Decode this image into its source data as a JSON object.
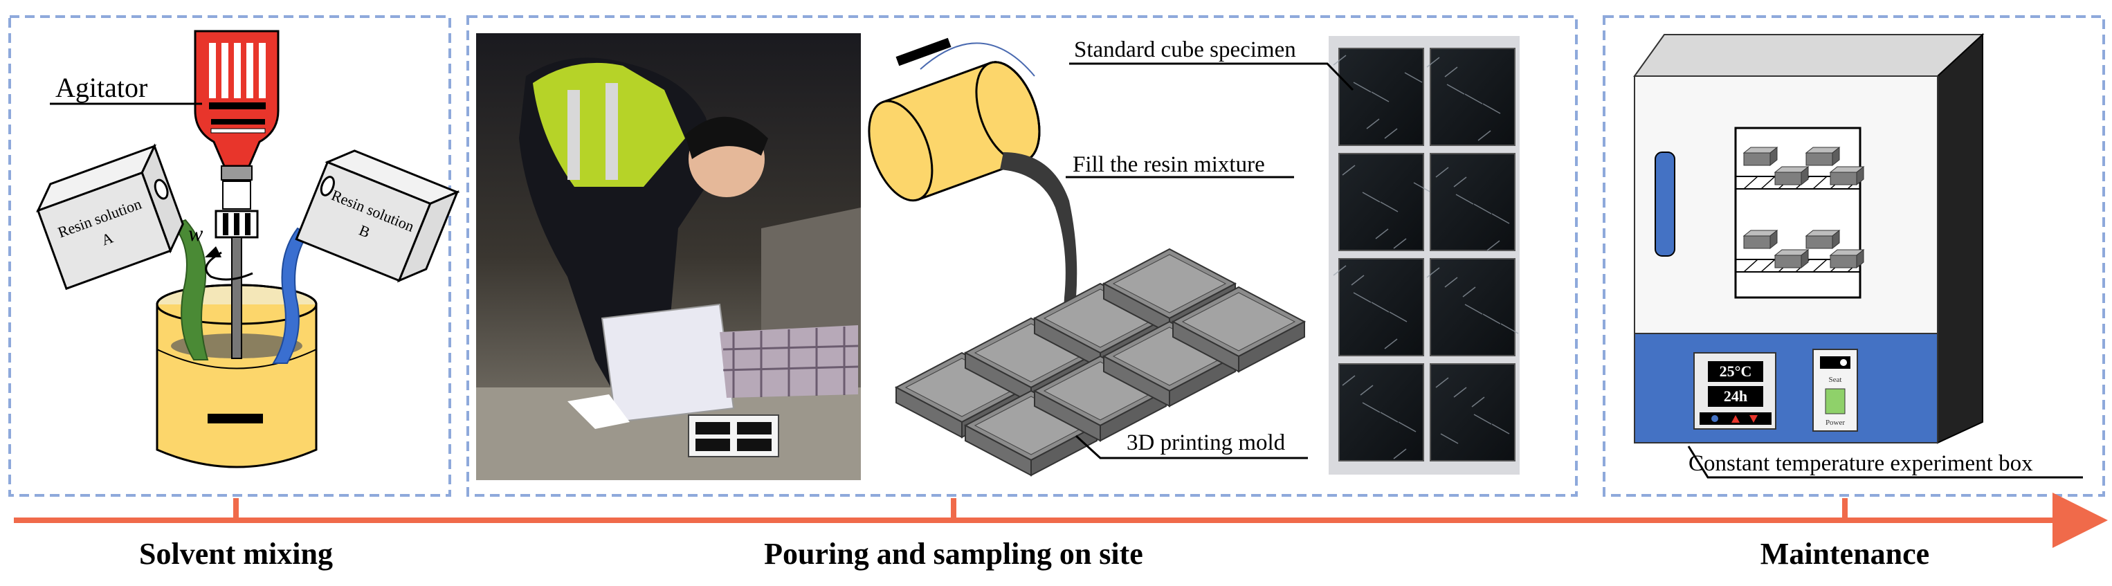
{
  "panels": {
    "mixing": {
      "agitator": "Agitator",
      "bottle_a_line1": "Resin solution",
      "bottle_a_line2": "A",
      "bottle_b_line1": "Resin solution",
      "bottle_b_line2": "B",
      "omega": "w"
    },
    "pouring": {
      "fill_label": "Fill the resin mixture",
      "mold_label": "3D printing mold",
      "specimen_label": "Standard cube specimen"
    },
    "maintenance": {
      "box_label": "Constant temperature experiment box",
      "temp_readout": "25°C",
      "time_readout": "24h",
      "set_label": "Seat",
      "power_label": "Power"
    }
  },
  "timeline": {
    "stages": [
      "Solvent mixing",
      "Pouring and sampling on site",
      "Maintenance"
    ]
  },
  "colors": {
    "frame": "#8ea9db",
    "timeline": "#f06a4a",
    "agitator_red": "#e8352b",
    "bucket_yellow": "#fcd66b",
    "resin_green": "#4a8a35",
    "resin_blue": "#3a6fd0",
    "mold_gray": "#7f7f7f",
    "oven_blue": "#4472c4"
  }
}
